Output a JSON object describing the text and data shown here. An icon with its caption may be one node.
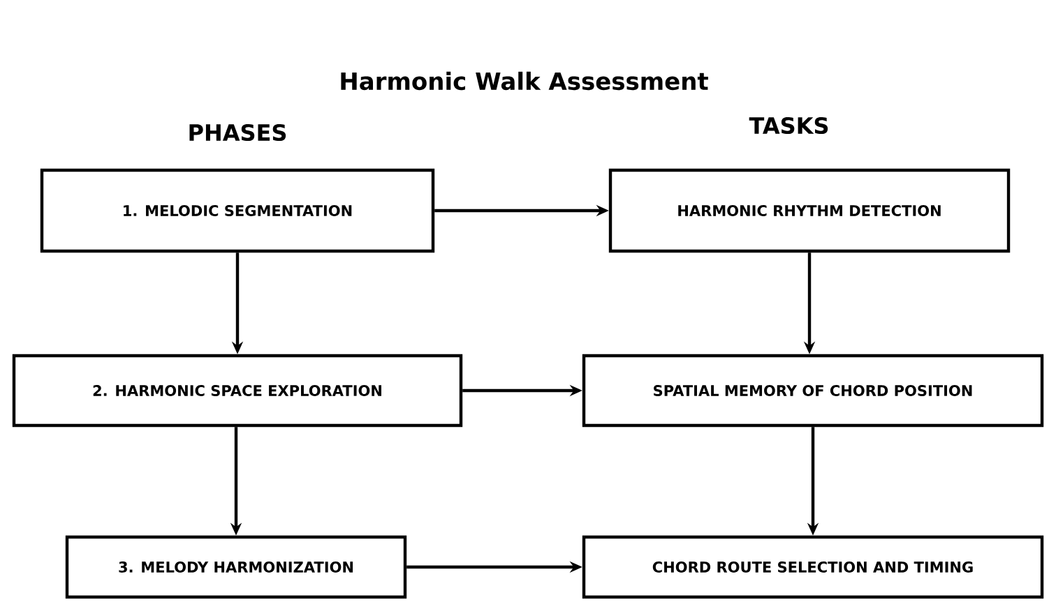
{
  "diagram": {
    "title": "Harmonic Walk Assessment",
    "nodes": [
      {
        "text": [
          "1. MELODIC SEGMENTATION"
        ]
      },
      {
        "text": [
          "HARMONIC RHYTHM DETECTION"
        ]
      },
      {
        "text": [
          "2. HARMONIC SPACE EXPLORATION"
        ]
      },
      {
        "text": [
          "SPATIAL MEMORY OF CHORD POSITION"
        ]
      },
      {
        "text": [
          "3. MELODY HARMONIZATION"
        ]
      },
      {
        "text": [
          "CHORD ROUTE SELECTION AND TIMING"
        ]
      }
    ],
    "edges": [
      {
        "from": 0,
        "to": 1,
        "arrow": "to"
      },
      {
        "from": 0,
        "to": 2,
        "arrow": "to"
      },
      {
        "from": 1,
        "to": 3,
        "arrow": "to"
      },
      {
        "from": 2,
        "to": 3,
        "arrow": "to"
      },
      {
        "from": 2,
        "to": 4,
        "arrow": "to"
      },
      {
        "from": 3,
        "to": 5,
        "arrow": "to"
      },
      {
        "from": 4,
        "to": 5,
        "arrow": "to"
      }
    ],
    "labels": [
      "PHASES",
      "TASKS"
    ]
  }
}
